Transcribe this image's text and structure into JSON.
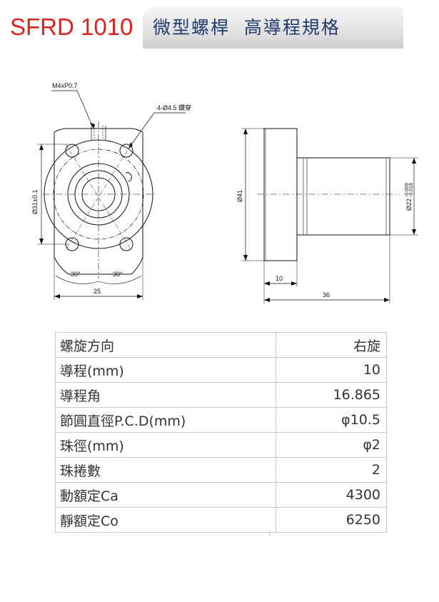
{
  "header": {
    "model": "SFRD 1010",
    "title": "微型螺桿  高導程規格"
  },
  "drawing": {
    "thread_label": "M4xP0.7",
    "hole_label": "4-Ø4.5 鑽穿",
    "dia31_label": "Ø31±0.1",
    "angle_left": "30°",
    "angle_right": "30°",
    "width_25": "25",
    "dia41_label": "Ø41",
    "flange_10": "10",
    "length_36": "36",
    "dia22_main": "Ø22",
    "dia22_tol_upper": "-0.009",
    "dia22_tol_lower": "-0.018"
  },
  "specs": [
    {
      "label": "螺旋方向",
      "value": "右旋"
    },
    {
      "label": "導程(mm)",
      "value": "10"
    },
    {
      "label": "導程角",
      "value": "16.865"
    },
    {
      "label": "節圓直徑P.C.D(mm)",
      "value": "φ10.5"
    },
    {
      "label": "珠徑(mm)",
      "value": "φ2"
    },
    {
      "label": "珠捲數",
      "value": "2"
    },
    {
      "label": "動額定Ca",
      "value": "4300"
    },
    {
      "label": "靜額定Co",
      "value": "6250"
    }
  ]
}
